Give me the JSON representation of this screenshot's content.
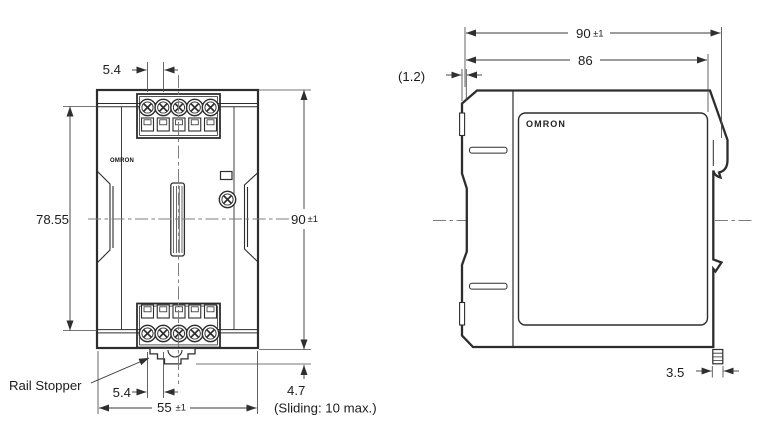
{
  "front_view": {
    "logo_text": "OMRON",
    "rail_stopper_label": "Rail Stopper",
    "dims": {
      "terminal_pitch_top": "5.4",
      "terminal_pitch_bottom": "5.4",
      "mounting_height": "78.55",
      "overall_height": "90",
      "overall_height_tolerance": "±1",
      "overall_width": "55",
      "overall_width_tolerance": "±1",
      "rail_stopper_protrusion": "4.7",
      "sliding_note": "(Sliding: 10 max.)"
    }
  },
  "side_view": {
    "logo_text": "OMRON",
    "dims": {
      "overall_depth": "90",
      "overall_depth_tolerance": "±1",
      "body_depth": "86",
      "front_lip": "(1.2)",
      "din_latch": "3.5"
    }
  },
  "colors": {
    "line": "#2d2d2d",
    "dim_line": "#3a3a3a",
    "centerline": "#7d7d7d",
    "text": "#1c1c1c",
    "background": "#ffffff"
  }
}
